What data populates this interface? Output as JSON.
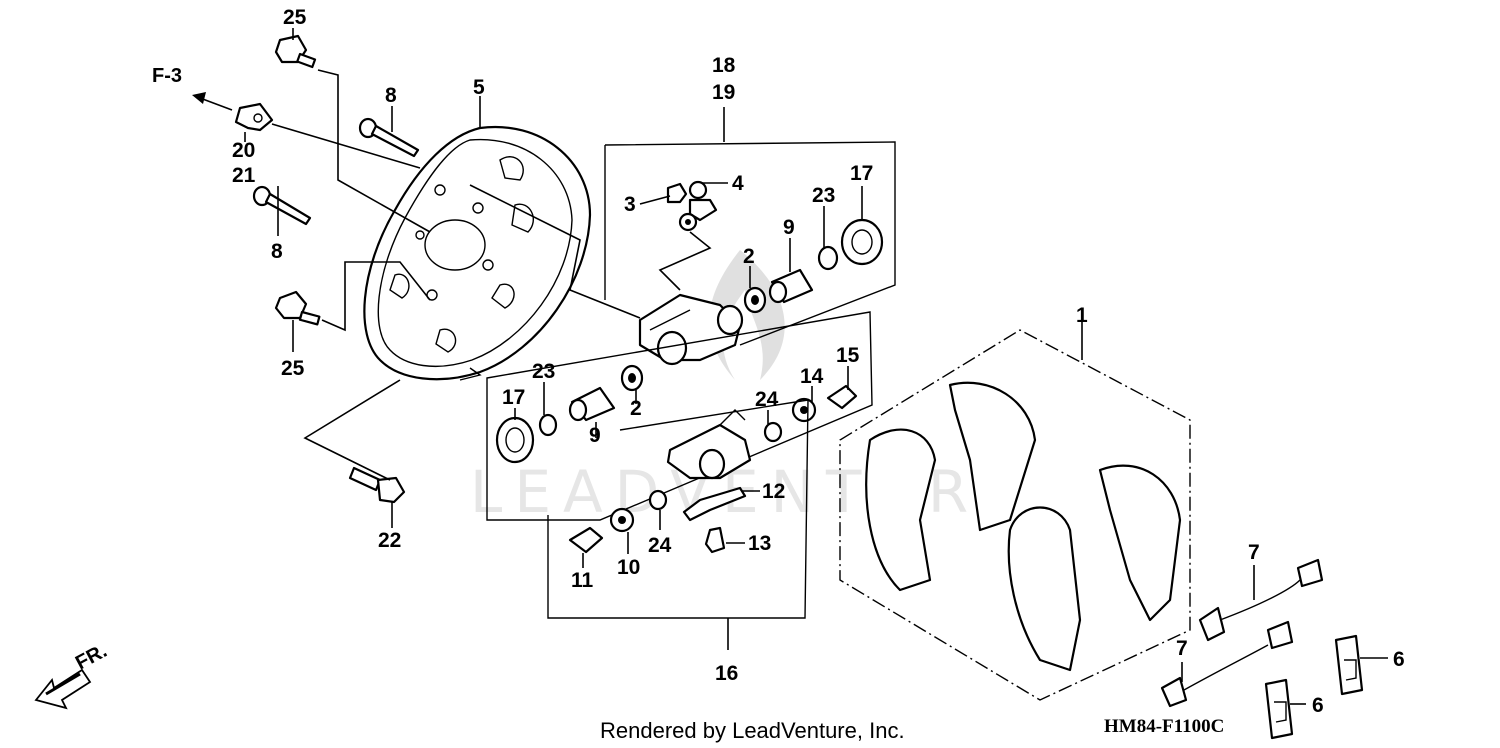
{
  "diagram": {
    "watermark": "LEADVENTURE",
    "ref_label": "F-3",
    "direction_label": "FR.",
    "diagram_code": "HM84-F1100C",
    "footer": "Rendered by LeadVenture, Inc.",
    "callouts": {
      "p25a": "25",
      "p25b": "25",
      "p8a": "8",
      "p8b": "8",
      "p5": "5",
      "p20": "20",
      "p21": "21",
      "p18": "18",
      "p19": "19",
      "p4": "4",
      "p3": "3",
      "p17a": "17",
      "p23a": "23",
      "p9a": "9",
      "p2a": "2",
      "p17b": "17",
      "p23b": "23",
      "p9b": "9",
      "p2b": "2",
      "p15": "15",
      "p14": "14",
      "p24a": "24",
      "p12": "12",
      "p13": "13",
      "p24b": "24",
      "p11": "11",
      "p10": "10",
      "p16": "16",
      "p22": "22",
      "p1": "1",
      "p7a": "7",
      "p7b": "7",
      "p6a": "6",
      "p6b": "6"
    }
  }
}
